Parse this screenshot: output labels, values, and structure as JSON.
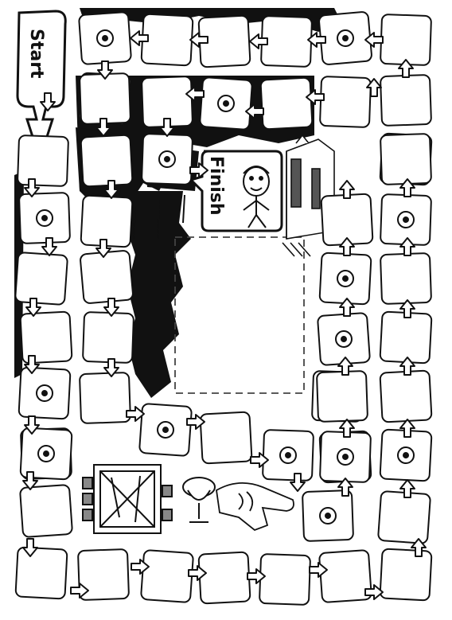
{
  "game": {
    "start_label": "Start",
    "finish_label": "Finish"
  },
  "icons": {
    "target": "target-icon",
    "arrow": "arrow-icon",
    "background": "forest-silhouette",
    "illustrations": [
      "boy-face-illustration",
      "castle-illustration",
      "wooden-crate-illustration",
      "goblet-illustration",
      "pointing-hand-illustration"
    ]
  },
  "colors": {
    "ink": "#111111",
    "paper": "#ffffff"
  },
  "board": {
    "squares": [
      {
        "target": true
      },
      {
        "target": false
      },
      {
        "target": false
      },
      {
        "target": false
      },
      {
        "target": true
      },
      {
        "target": false
      },
      {
        "target": false
      },
      {
        "target": false
      },
      {
        "target": true
      },
      {
        "target": false
      },
      {
        "target": false
      },
      {
        "target": false
      },
      {
        "target": false
      },
      {
        "target": false
      },
      {
        "target": true
      },
      {
        "target": false
      },
      {
        "target": true
      },
      {
        "target": false
      },
      {
        "target": false
      },
      {
        "target": true
      },
      {
        "target": false
      },
      {
        "target": false
      },
      {
        "target": true
      },
      {
        "target": false
      },
      {
        "target": false
      },
      {
        "target": false
      },
      {
        "target": true
      },
      {
        "target": false
      },
      {
        "target": true
      },
      {
        "target": false
      },
      {
        "target": false
      },
      {
        "target": false
      },
      {
        "target": true
      },
      {
        "target": false
      },
      {
        "target": false
      },
      {
        "target": true
      },
      {
        "target": false
      },
      {
        "target": true
      },
      {
        "target": false
      },
      {
        "target": false
      },
      {
        "target": true
      },
      {
        "target": false
      },
      {
        "target": false
      },
      {
        "target": false
      },
      {
        "target": false
      },
      {
        "target": false
      },
      {
        "target": false
      },
      {
        "target": false
      },
      {
        "target": true
      },
      {
        "target": false
      },
      {
        "target": false
      },
      {
        "target": true
      },
      {
        "target": false
      }
    ]
  }
}
